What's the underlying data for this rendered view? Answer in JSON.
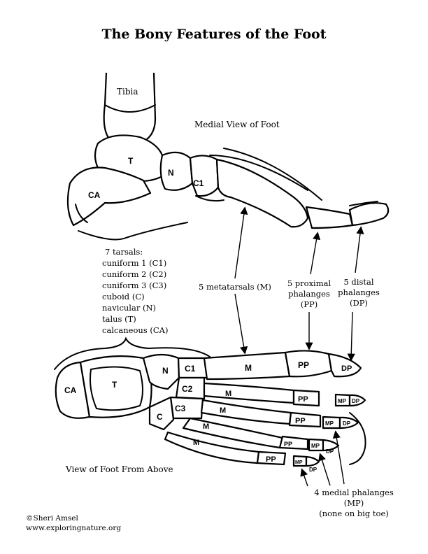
{
  "title": "The Bony Features of the Foot",
  "medial_view": {
    "heading": "Medial View of Foot",
    "tibia": "Tibia",
    "bones": {
      "t": "T",
      "n": "N",
      "c1": "C1",
      "ca": "CA"
    }
  },
  "tarsals": {
    "heading": "7 tarsals:",
    "items": [
      "cuniform 1 (C1)",
      "cuniform 2 (C2)",
      "cuniform 3 (C3)",
      "cuboid (C)",
      "navicular (N)",
      "talus (T)",
      "calcaneous (CA)"
    ]
  },
  "metatarsals_label": "5 metatarsals (M)",
  "proximal_label": [
    "5 proximal",
    "phalanges",
    "(PP)"
  ],
  "distal_label": [
    "5 distal",
    "phalanges",
    "(DP)"
  ],
  "top_view": {
    "heading": "View of Foot From Above",
    "bones": {
      "ca": "CA",
      "t": "T",
      "n": "N",
      "c1": "C1",
      "c2": "C2",
      "c3": "C3",
      "c": "C",
      "m": "M",
      "pp": "PP",
      "dp": "DP",
      "mp": "MP"
    }
  },
  "medial_phalanges_label": [
    "4 medial phalanges",
    "(MP)",
    "(none on big toe)"
  ],
  "credits": [
    "©Sheri Amsel",
    "www.exploringnature.org"
  ]
}
